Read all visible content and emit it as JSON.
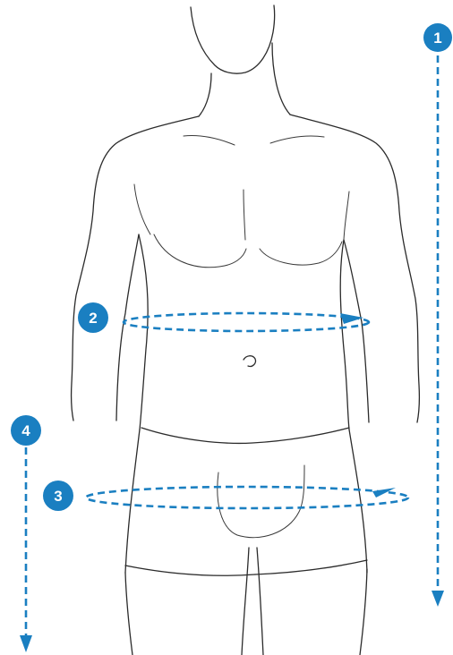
{
  "diagram": {
    "accent_color": "#1a7fc1",
    "outline_color": "#2b2b2b",
    "markers": [
      {
        "id": "chest-height",
        "label": "1"
      },
      {
        "id": "waist",
        "label": "2"
      },
      {
        "id": "hips",
        "label": "3"
      },
      {
        "id": "inseam",
        "label": "4"
      }
    ]
  }
}
